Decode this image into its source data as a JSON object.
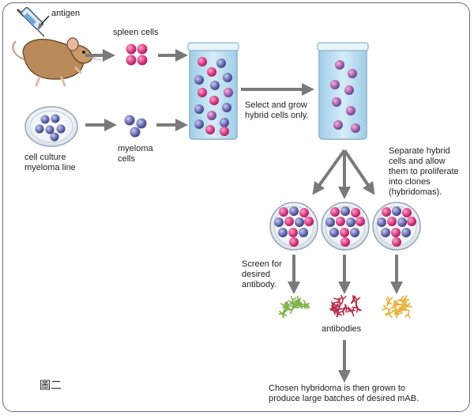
{
  "labels": {
    "antigen": "antigen",
    "spleen_cells": "spleen cells",
    "cell_culture": "cell culture\nmyeloma line",
    "myeloma_cells": "myeloma\ncells",
    "select_grow": "Select and grow\nhybrid cells only.",
    "separate": "Separate hybrid\ncells and allow\nthem to proliferate\ninto clones\n(hybridomas).",
    "screen": "Screen for\ndesired\nantibody.",
    "antibodies": "antibodies",
    "chosen": "Chosen hybridoma is then grown to\nproduce large batches of desired mAB."
  },
  "figure_label": "圖二",
  "colors": {
    "spleen_cell": "#e0458a",
    "myeloma_cell": "#6f74b8",
    "hybrid_cell": "#8a6ab8",
    "medium": "#bfe0f2",
    "arrow": "#7a7a7a",
    "antibody_green": "#7fb24a",
    "antibody_red": "#b83050",
    "antibody_yellow": "#e8b030"
  },
  "icons": [
    "mouse-icon",
    "syringe-icon",
    "petri-dish-icon",
    "beaker-icon",
    "antibody-cluster-icon"
  ]
}
